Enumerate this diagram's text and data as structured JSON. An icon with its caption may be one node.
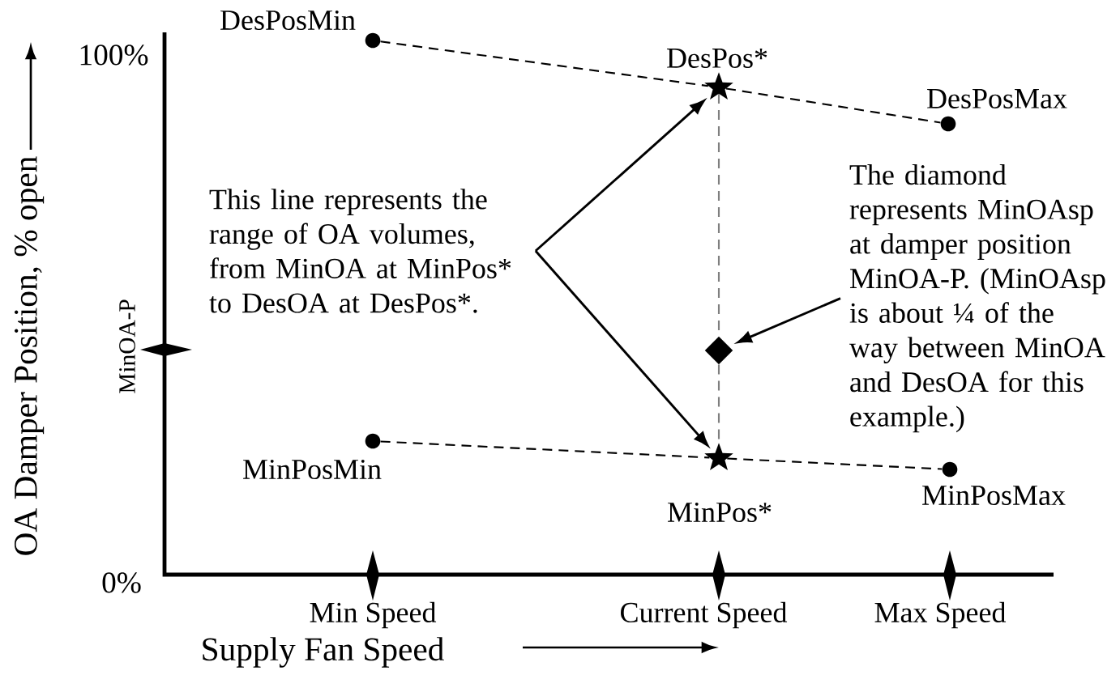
{
  "diagram": {
    "nodes": [
      {
        "text": [],
        "shape": "circle",
        "beside": [
          "DesPosMin"
        ]
      },
      {
        "text": [],
        "shape": "star",
        "beside": [
          "DesPos*"
        ]
      },
      {
        "text": [],
        "shape": "circle",
        "beside": [
          "DesPosMax"
        ]
      },
      {
        "text": [],
        "shape": "circle",
        "beside": [
          "MinPosMin"
        ]
      },
      {
        "text": [],
        "shape": "star",
        "beside": [
          "MinPos*"
        ]
      },
      {
        "text": [],
        "shape": "circle",
        "beside": [
          "MinPosMax"
        ]
      },
      {
        "text": [],
        "shape": "diamond"
      },
      {
        "text": [
          "This line represents the range of OA volumes, from MinOA at MinPos* to DesOA at DesPos*."
        ]
      },
      {
        "text": [
          "The diamond represents MinOAsp at damper position MinOA-P. (MinOAsp is about ¼ of the way between MinOA and DesOA for this example.)"
        ]
      }
    ],
    "edges": [
      {
        "from": 0,
        "to": 1,
        "arrow": "none",
        "style": "dashed"
      },
      {
        "from": 1,
        "to": 2,
        "arrow": "none",
        "style": "dashed"
      },
      {
        "from": 3,
        "to": 4,
        "arrow": "none",
        "style": "dashed"
      },
      {
        "from": 4,
        "to": 5,
        "arrow": "none",
        "style": "dashed"
      },
      {
        "from": 1,
        "to": 6,
        "arrow": "none",
        "style": "dashed",
        "color": "#7f7f7f"
      },
      {
        "from": 6,
        "to": 4,
        "arrow": "none",
        "style": "dashed",
        "color": "#7f7f7f"
      },
      {
        "from": 7,
        "to": 1,
        "arrow": "to"
      },
      {
        "from": 7,
        "to": 4,
        "arrow": "to"
      },
      {
        "from": 8,
        "to": 6,
        "arrow": "to"
      }
    ],
    "labels": [
      "100%",
      "MinOA-P",
      "0%",
      "Min Speed",
      "Current Speed",
      "Max Speed",
      "OA Damper Position, % open",
      "Supply Fan Speed"
    ]
  }
}
